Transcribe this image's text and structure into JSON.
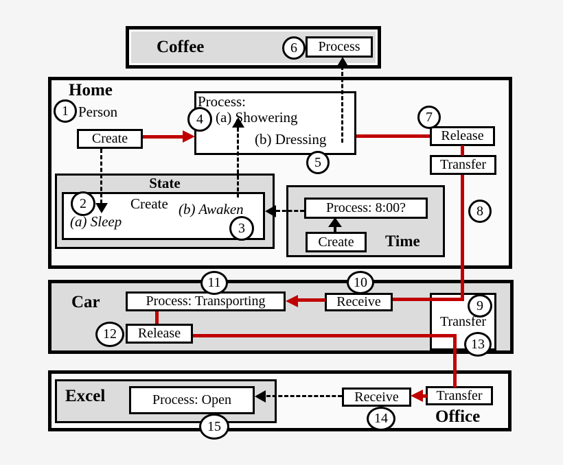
{
  "colors": {
    "accent_red": "#c00000",
    "container_gray": "#dcdcdc",
    "line_black": "#000000",
    "background": "#f5f5f5"
  },
  "coffee": {
    "title": "Coffee",
    "process": "Process"
  },
  "home": {
    "title": "Home",
    "person": "Person",
    "create": "Create",
    "process_line1": "Process:",
    "process_line2": "(a) Showering",
    "process_line3": "(b) Dressing",
    "release": "Release",
    "transfer": "Transfer"
  },
  "state": {
    "title": "State",
    "create": "Create",
    "awaken": "(b) Awaken",
    "sleep": "(a) Sleep"
  },
  "time": {
    "title": "Time",
    "process": "Process: 8:00?",
    "create": "Create"
  },
  "car": {
    "title": "Car",
    "process": "Process: Transporting",
    "receive": "Receive",
    "transfer": "Transfer",
    "release": "Release"
  },
  "office": {
    "title": "Office",
    "excel_title": "Excel",
    "process": "Process: Open",
    "receive": "Receive",
    "transfer": "Transfer"
  },
  "badges": {
    "b1": "1",
    "b2": "2",
    "b3": "3",
    "b4": "4",
    "b5": "5",
    "b6": "6",
    "b7": "7",
    "b8": "8",
    "b9": "9",
    "b10": "10",
    "b11": "11",
    "b12": "12",
    "b13": "13",
    "b14": "14",
    "b15": "15"
  }
}
